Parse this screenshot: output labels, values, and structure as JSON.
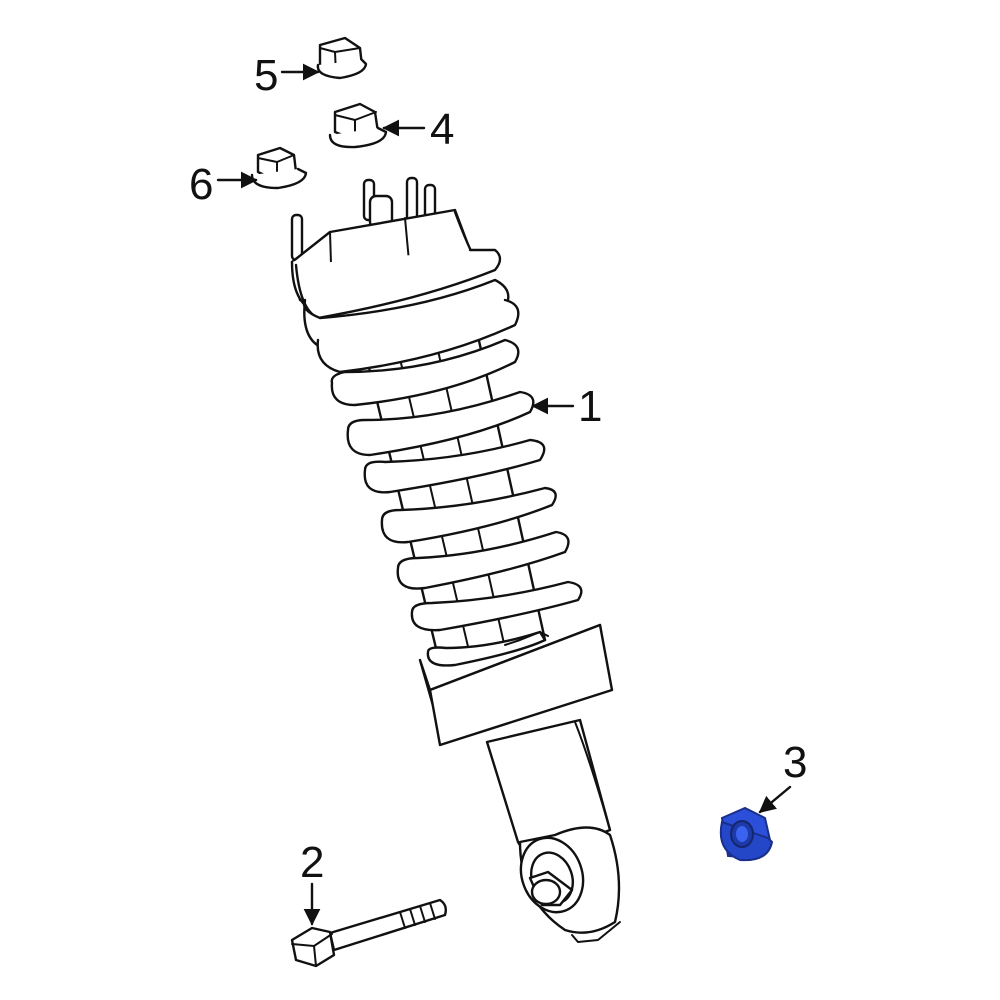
{
  "callouts": {
    "c1": "1",
    "c2": "2",
    "c3": "3",
    "c4": "4",
    "c5": "5",
    "c6": "6"
  },
  "colors": {
    "highlight": "#2b4fd8",
    "highlight_dark": "#1a2f8c",
    "line": "#111111",
    "background": "#ffffff"
  },
  "highlighted_part": "3"
}
